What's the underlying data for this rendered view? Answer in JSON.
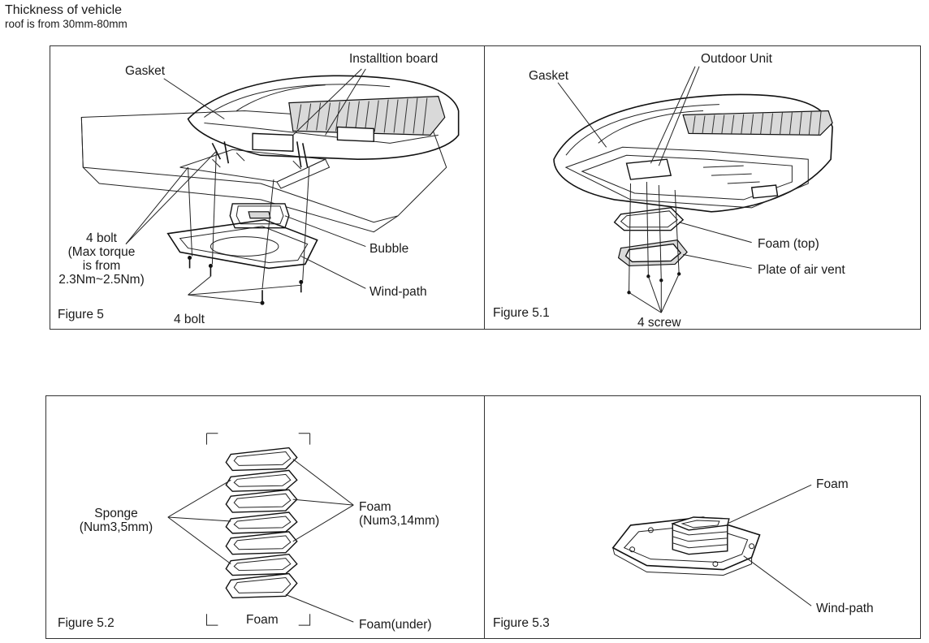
{
  "note": {
    "line1": "Thickness of vehicle",
    "line2": "roof is from 30mm-80mm"
  },
  "figure5": {
    "caption": "Figure 5",
    "gasket": "Gasket",
    "installation_board": "Installtion board",
    "bolt_note_1": "4 bolt",
    "bolt_note_2": "(Max torque",
    "bolt_note_3": "is from",
    "bolt_note_4": "2.3Nm~2.5Nm)",
    "bubble": "Bubble",
    "wind_path": "Wind-path",
    "bolts": "4 bolt"
  },
  "figure51": {
    "caption": "Figure 5.1",
    "outdoor_unit": "Outdoor Unit",
    "gasket": "Gasket",
    "foam_top": "Foam (top)",
    "plate": "Plate of air vent",
    "screws": "4 screw"
  },
  "figure52": {
    "caption": "Figure 5.2",
    "sponge_1": "Sponge",
    "sponge_2": "(Num3,5mm)",
    "foam_1": "Foam",
    "foam_2": "(Num3,14mm)",
    "foam_bottom": "Foam",
    "foam_under": "Foam(under)"
  },
  "figure53": {
    "caption": "Figure 5.3",
    "foam": "Foam",
    "wind_path": "Wind-path"
  }
}
